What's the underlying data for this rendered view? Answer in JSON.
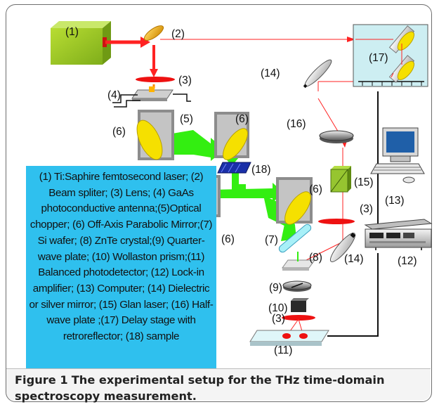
{
  "figure": {
    "labels": {
      "l1": "(1)",
      "l2": "(2)",
      "l3a": "(3)",
      "l4": "(4)",
      "l5": "(5)",
      "l6a": "(6)",
      "l6b": "(6)",
      "l6c": "(6)",
      "l6d": "(6)",
      "l7": "(7)",
      "l8": "(8)",
      "l9": "(9)",
      "l10": "(10)",
      "l11": "(11)",
      "l12": "(12)",
      "l13": "(13)",
      "l14a": "(14)",
      "l14b": "(14)",
      "l15": "(15)",
      "l16": "(16)",
      "l17": "(17)",
      "l18": "(18)",
      "l3b": "(3)",
      "l3c": "(3)"
    },
    "legend_text": "(1) Ti:Saphire femtosecond laser; (2) Beam spliter;  (3) Lens; (4) GaAs photoconductive antenna;(5)Optical chopper; (6) Off-Axis Parabolic Mirror;(7) Si wafer; (8) ZnTe crystal;(9) Quarter-wave plate; (10) Wollaston prism;(11) Balanced photodetector; (12) Lock-in amplifier; (13) Computer; (14) Dielectric or silver mirror; (15) Glan laser; (16) Half-wave plate ;(17) Delay stage with retroreflector; (18) sample",
    "caption_label": "Figure 1",
    "caption_text": "The experimental setup for the THz time-domain spectroscopy measurement.",
    "colors": {
      "laser_beam": "#ff2222",
      "thz_beam": "#33ee11",
      "laser_box": "#99cc22",
      "mirror": "#f5e000",
      "legend_bg": "#2fc0ee",
      "delay_box": "#cdeef2",
      "lens": "#ee1111"
    }
  }
}
